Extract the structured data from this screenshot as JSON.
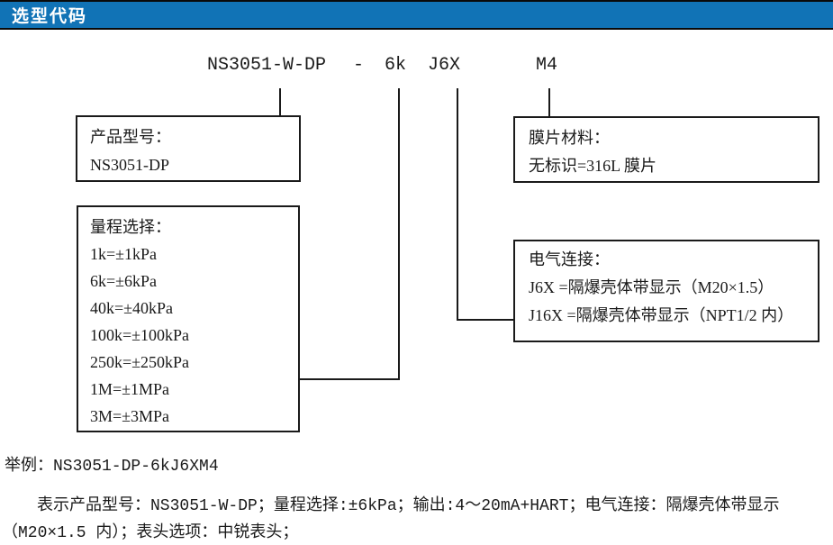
{
  "header": {
    "title": "选型代码",
    "bg_color": "#1173b6",
    "text_color": "#ffffff"
  },
  "code": {
    "model": "NS3051-W-DP",
    "separator": "-",
    "range": "6k",
    "electrical": "J6X",
    "display": "M4"
  },
  "boxes": {
    "product": {
      "title": "产品型号：",
      "lines": [
        "NS3051-DP"
      ]
    },
    "range": {
      "title": "量程选择：",
      "lines": [
        "1k=±1kPa",
        "6k=±6kPa",
        "40k=±40kPa",
        "100k=±100kPa",
        "250k=±250kPa",
        "1M=±1MPa",
        "3M=±3MPa"
      ]
    },
    "diaphragm": {
      "title": "膜片材料：",
      "lines": [
        "无标识=316L 膜片"
      ]
    },
    "electrical": {
      "title": "电气连接：",
      "lines": [
        "J6X =隔爆壳体带显示（M20×1.5）",
        "J16X =隔爆壳体带显示（NPT1/2 内）"
      ]
    }
  },
  "example": {
    "line1": "举例：NS3051-DP-6kJ6XM4",
    "line2": "表示产品型号：NS3051-W-DP；量程选择:±6kPa；输出:4～20mA+HART；电气连接：隔爆壳体带显示",
    "line3": "（M20×1.5 内）；表头选项：中锐表头；"
  }
}
